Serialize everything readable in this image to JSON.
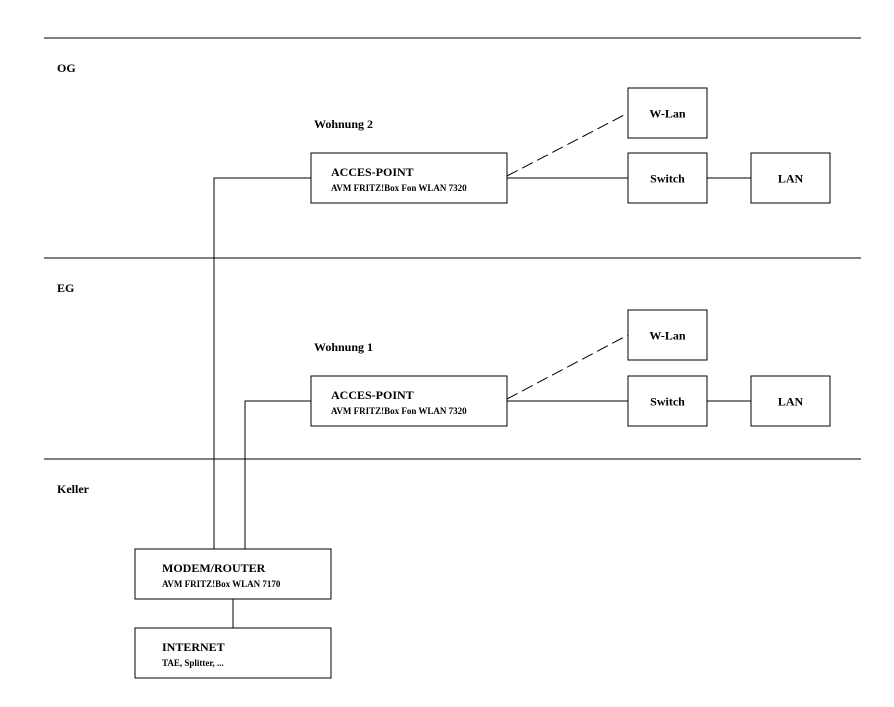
{
  "floors": {
    "og": "OG",
    "eg": "EG",
    "keller": "Keller"
  },
  "apartments": {
    "w2": "Wohnung 2",
    "w1": "Wohnung 1"
  },
  "ap2": {
    "title": "ACCES-POINT",
    "subtitle": "AVM FRITZ!Box Fon WLAN 7320"
  },
  "ap1": {
    "title": "ACCES-POINT",
    "subtitle": "AVM FRITZ!Box Fon WLAN 7320"
  },
  "wlan2": "W-Lan",
  "switch2": "Switch",
  "lan2": "LAN",
  "wlan1": "W-Lan",
  "switch1": "Switch",
  "lan1": "LAN",
  "modem": {
    "title": "MODEM/ROUTER",
    "subtitle": "AVM FRITZ!Box WLAN 7170"
  },
  "internet": {
    "title": "INTERNET",
    "subtitle": "TAE, Splitter, ..."
  }
}
